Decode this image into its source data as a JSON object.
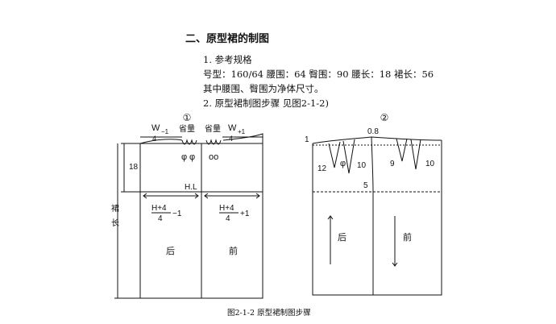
{
  "heading": "二、原型裙的制图",
  "item1": "1. 参考规格",
  "spec": "号型：160/64   腰围：64   臀围：90   腰长：18   裙长：56",
  "note": "其中腰围、臀围为净体尺寸。",
  "item2": "2. 原型裙制图步骤  见图2-1-2)",
  "diagram1": {
    "marker": "①",
    "w_back_num": "W",
    "w_back_den": "4",
    "w_back_adj": "−1",
    "w_front_num": "W",
    "w_front_den": "4",
    "w_front_adj": "+1",
    "dart_label_1": "省量",
    "dart_label_2": "省量",
    "phi_1": "φ",
    "phi_2": "φ",
    "oo": "oo",
    "waist_len": "18",
    "hl": "H.L",
    "h_back_num": "H+4",
    "h_back_den": "4",
    "h_back_adj": "−1",
    "h_front_num": "H+4",
    "h_front_den": "4",
    "h_front_adj": "+1",
    "skirt_len_1": "裙",
    "skirt_len_2": "长",
    "back": "后",
    "front": "前"
  },
  "diagram2": {
    "marker": "②",
    "label_1": "1",
    "label_08": "0.8",
    "phi": "φ",
    "dart_12": "12",
    "dart_10a": "10",
    "dart_9": "9",
    "dart_10b": "10",
    "label_5": "5",
    "back": "后",
    "front": "前"
  },
  "caption": "图2-1-2    原型裙制图步骤"
}
